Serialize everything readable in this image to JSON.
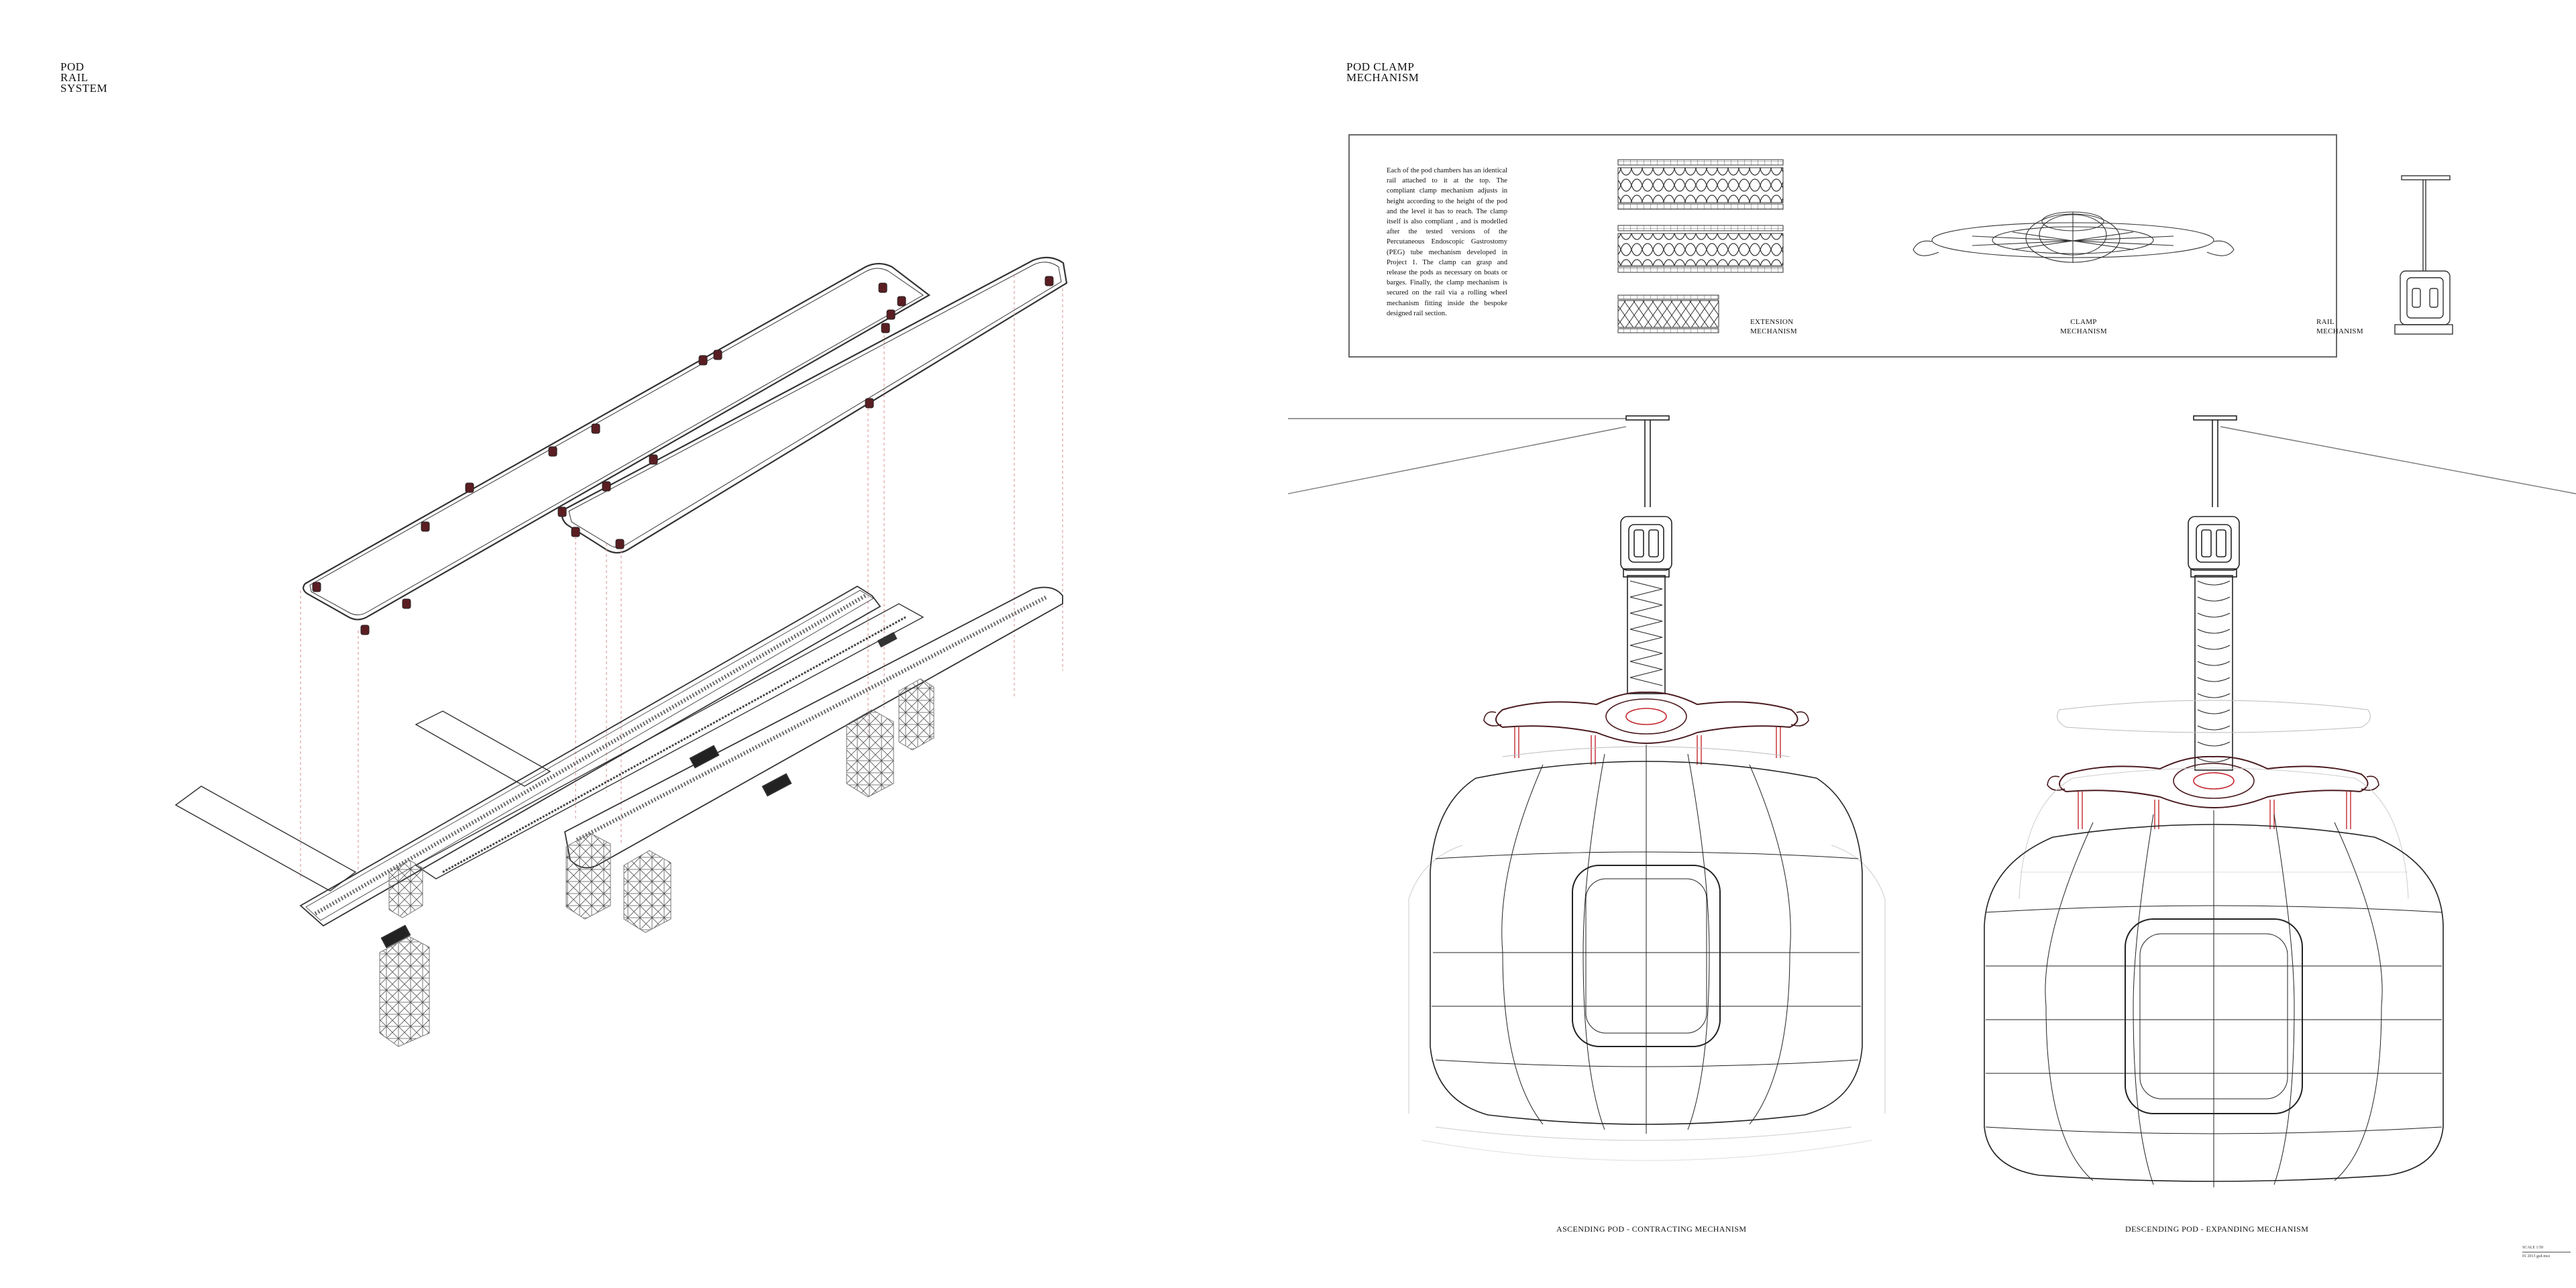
{
  "left": {
    "title": "POD\nRAIL\nSYSTEM"
  },
  "right": {
    "title": "POD CLAMP\nMECHANISM"
  },
  "panel": {
    "description": "Each of the pod chambers has an identical rail attached to it at the top. The compliant clamp mechanism adjusts in height according to the height of the pod and the level it has to reach. The clamp itself is also compliant , and is modelled after the tested versions of the Percutaneous Endoscopic Gastrostomy (PEG) tube mechanism developed in Project 1. The clamp can grasp and release the pods as necessary on boats or barges. Finally, the clamp mechanism is secured on the rail via a rolling wheel mechanism fitting inside the bespoke designed rail section.",
    "captions": {
      "extension": "EXTENSION\nMECHANISM",
      "clamp": "CLAMP\nMECHANISM",
      "rail": "RAIL\nMECHANISM"
    }
  },
  "bottom_captions": {
    "ascending": "ASCENDING POD - CONTRACTING MECHANISM",
    "descending": "DESCENDING POD - EXPANDING MECHANISM"
  },
  "colors": {
    "line": "#222222",
    "accent": "#c4262e",
    "guide": "#d98c90",
    "frame": "#6a6a6a"
  },
  "stamp": {
    "line1": "SCALE 1:50",
    "line2": "01   2013   gsd-msx"
  }
}
